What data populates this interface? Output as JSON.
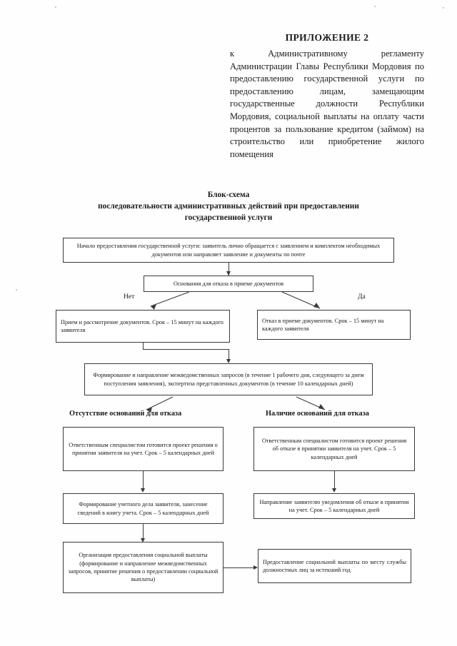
{
  "header": {
    "appendix_title": "ПРИЛОЖЕНИЕ 2",
    "appendix_body": "к Административному регламенту Администрации Главы Республики Мордовия по предоставлению государственной услуги по предоставлению лицам, замещающим государственные должности Республики Мордовия, социальной выплаты на оплату части процентов за пользование кредитом (займом) на строительство или приобретение жилого помещения"
  },
  "scheme": {
    "title_line1": "Блок-схема",
    "title_line2": "последовательности административных действий при предоставлении",
    "title_line3": "государственной услуги"
  },
  "flow": {
    "start_box": "Начало предоставления государственной услуги: заявитель лично обращается с заявлением и комплектом необходимых документов или направляет заявление и документы по почте",
    "decision_box": "Основания для отказа в приеме  документов",
    "branch_no": "Нет",
    "branch_yes": "Да",
    "accept_box": "Прием и рассмотрение документов. Срок – 15 минут на каждого заявителя",
    "refuse_box": "Отказ в приеме документов. Срок – 15 минут на каждого заявителя",
    "interdept_box_line1": "Формирование и  направление межведомственных запросов (в течение 1 рабочего дня,",
    "interdept_box_line2": "следующего за днем поступления заявления), экспертиза представленных документов",
    "interdept_box_line3": "(в течение 10 календарных дней)",
    "section_left": "Отсутствие оснований для отказа",
    "section_right": "Наличие оснований для отказа",
    "left_box_1": "Ответственным специалистом готовится проект решения о принятии заявителя на учет. Срок – 5 календарных дней",
    "right_box_1": "Ответственным специалистом готовится проект решения об отказе в принятии заявителя на учет. Срок – 5 календарных дней",
    "left_box_2": "Формирование учетного дела заявителя, занесение сведений в книгу учета. Срок – 5 календарных дней",
    "right_box_2": "Направление заявителю уведомления об отказе в принятии на учет. Срок – 5 календарных дней",
    "left_box_3": "Организация предоставления социальной выплаты (формирование и  направление межведомственных запросов, принятие решения о предоставлении социальной выплаты)",
    "right_box_3": "Предоставление социальной выплаты по месту службы должностных лиц за истекший год"
  }
}
